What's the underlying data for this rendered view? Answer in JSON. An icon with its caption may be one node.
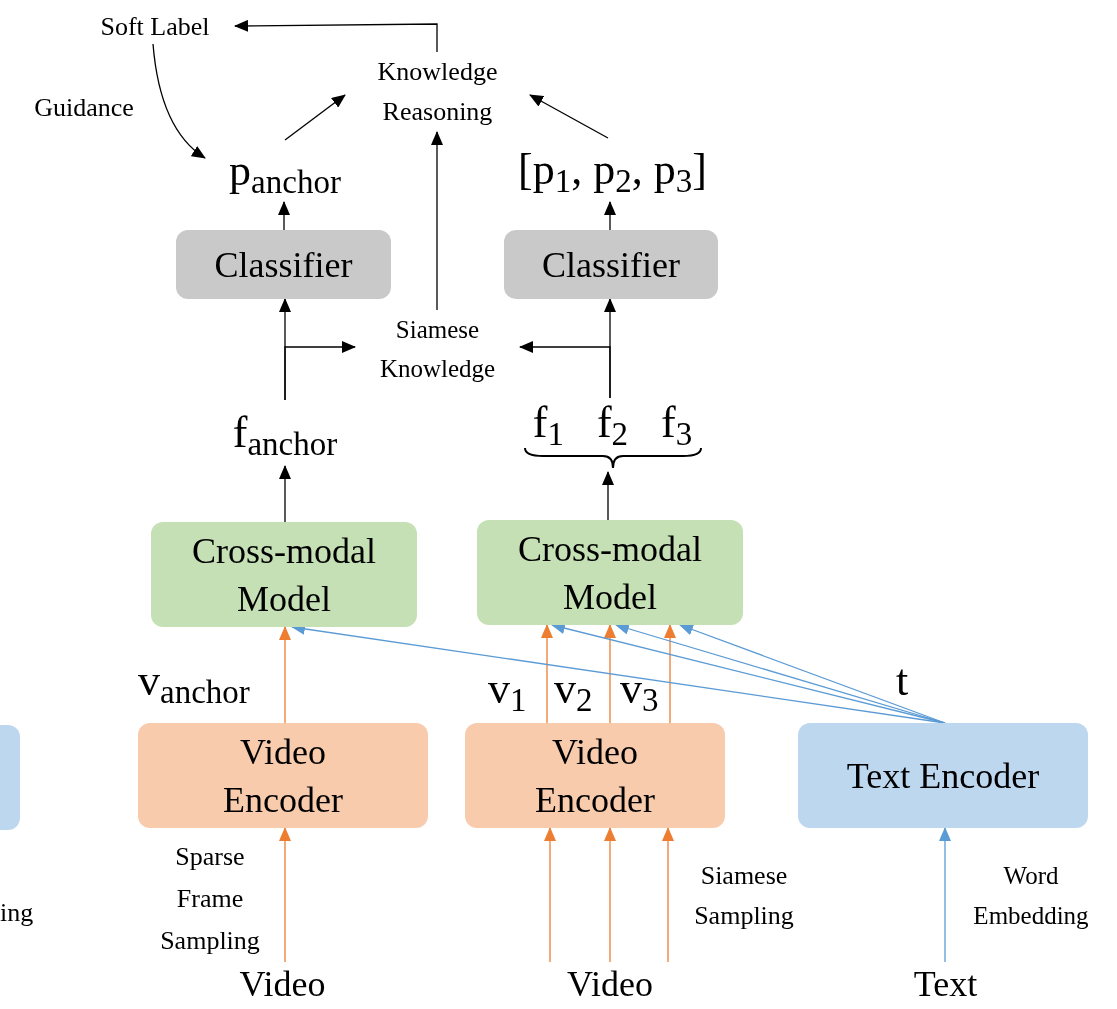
{
  "diagram": {
    "nodes": [
      {
        "text": [
          "Soft Label"
        ]
      },
      {
        "text": [
          "Knowledge Reasoning"
        ]
      },
      {
        "text": [
          "p$_{anchor}$"
        ]
      },
      {
        "text": [
          "[p$_{1}$, p$_{2}$, p$_{3}$]"
        ]
      },
      {
        "text": [
          "Classifier"
        ]
      },
      {
        "text": [
          "Classifier"
        ]
      },
      {
        "text": [
          "Siamese Knowledge"
        ]
      },
      {
        "text": [
          "f$_{anchor}$"
        ]
      },
      {
        "text": [
          "f$_{1}$ f$_{2}$ f$_{3}$"
        ]
      },
      {
        "text": [
          "Cross-modal Model"
        ]
      },
      {
        "text": [
          "Cross-modal Model"
        ]
      },
      {
        "text": [
          "Video Encoder"
        ]
      },
      {
        "text": [
          "Video Encoder"
        ]
      },
      {
        "text": [
          "Text Encoder"
        ]
      },
      {
        "text": [
          "Video"
        ]
      },
      {
        "text": [
          "Video"
        ]
      },
      {
        "text": [
          "Text"
        ]
      },
      {
        "text": [],
        "shape": "box"
      }
    ],
    "edges": [
      {
        "from": 1,
        "to": 0,
        "arrow": "to"
      },
      {
        "from": 0,
        "to": 2,
        "arrow": "to",
        "label": "Guidance"
      },
      {
        "from": 2,
        "to": 1,
        "arrow": "to"
      },
      {
        "from": 3,
        "to": 1,
        "arrow": "to"
      },
      {
        "from": 6,
        "to": 1,
        "arrow": "to"
      },
      {
        "from": 4,
        "to": 2,
        "arrow": "to"
      },
      {
        "from": 5,
        "to": 3,
        "arrow": "to"
      },
      {
        "from": 7,
        "to": 4,
        "arrow": "to"
      },
      {
        "from": 7,
        "to": 6,
        "arrow": "to"
      },
      {
        "from": 8,
        "to": 5,
        "arrow": "to"
      },
      {
        "from": 8,
        "to": 6,
        "arrow": "to"
      },
      {
        "from": 9,
        "to": 7,
        "arrow": "to"
      },
      {
        "from": 10,
        "to": 8,
        "arrow": "to"
      },
      {
        "from": 11,
        "to": 9,
        "arrow": "to",
        "color": "#ed7d31"
      },
      {
        "from": 12,
        "to": 10,
        "arrow": "to",
        "color": "#ed7d31"
      },
      {
        "from": 12,
        "to": 10,
        "arrow": "to",
        "color": "#ed7d31"
      },
      {
        "from": 12,
        "to": 10,
        "arrow": "to",
        "color": "#ed7d31"
      },
      {
        "from": 13,
        "to": 9,
        "arrow": "to",
        "color": "#5b9bd5"
      },
      {
        "from": 13,
        "to": 10,
        "arrow": "to",
        "color": "#5b9bd5"
      },
      {
        "from": 13,
        "to": 10,
        "arrow": "to",
        "color": "#5b9bd5"
      },
      {
        "from": 13,
        "to": 10,
        "arrow": "to",
        "color": "#5b9bd5"
      },
      {
        "from": 14,
        "to": 11,
        "arrow": "to",
        "color": "#ed7d31",
        "label": "Sparse Frame Sampling"
      },
      {
        "from": 15,
        "to": 12,
        "arrow": "to",
        "color": "#ed7d31"
      },
      {
        "from": 15,
        "to": 12,
        "arrow": "to",
        "color": "#ed7d31"
      },
      {
        "from": 15,
        "to": 12,
        "arrow": "to",
        "color": "#ed7d31"
      },
      {
        "from": 16,
        "to": 13,
        "arrow": "to",
        "color": "#5b9bd5",
        "label": "Word Embedding"
      }
    ],
    "labels": [
      "v$_{anchor}$",
      "v$_{1}$",
      "v$_{2}$",
      "v$_{3}$",
      "t",
      "Siamese Sampling",
      "ing"
    ]
  }
}
